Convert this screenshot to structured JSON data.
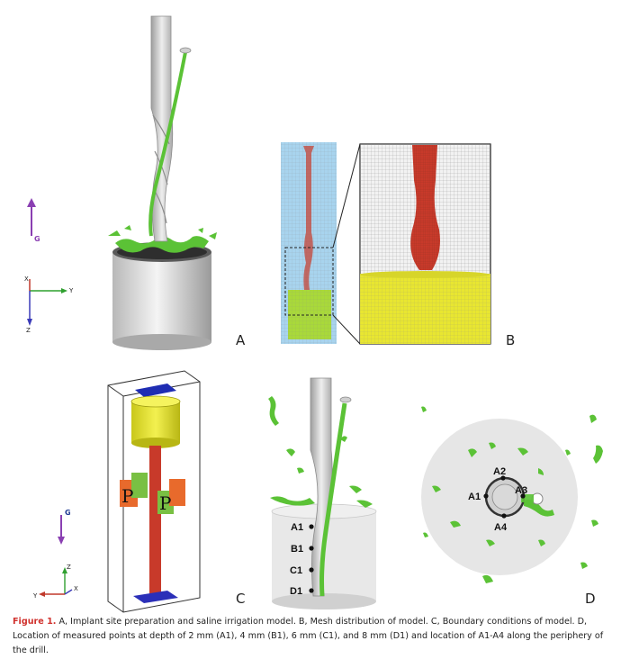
{
  "panels": [
    {
      "label": "A"
    },
    {
      "label": "B"
    },
    {
      "label": "C"
    },
    {
      "label": "D"
    }
  ],
  "axes": {
    "gravity_label": "G",
    "x_label": "X",
    "y_label": "Y",
    "z_label": "Z"
  },
  "boundary_markers": {
    "pressure_label": "P"
  },
  "depth_points": [
    "A1",
    "B1",
    "C1",
    "D1"
  ],
  "periphery_points": [
    "A1",
    "A2",
    "A3",
    "A4"
  ],
  "caption": {
    "lead": "Figure 1.",
    "text": " A, Implant site preparation and saline irrigation model. B, Mesh distribution of model. C, Boundary conditions of model. D, Location of measured points at depth of 2 mm (A1), 4 mm (B1), 6 mm (C1), and 8 mm (D1) and location of A1-A4 along the periphery of the drill."
  },
  "colors": {
    "irrigation": "#5bc236",
    "drill": "#d6d6d6",
    "mesh_domain": "#a8d4ee",
    "drill_mesh": "#c83a2a",
    "bone_mesh": "#e8e631",
    "gravity_arrow": "#8a3fb2",
    "caption_lead": "#d0312d"
  }
}
